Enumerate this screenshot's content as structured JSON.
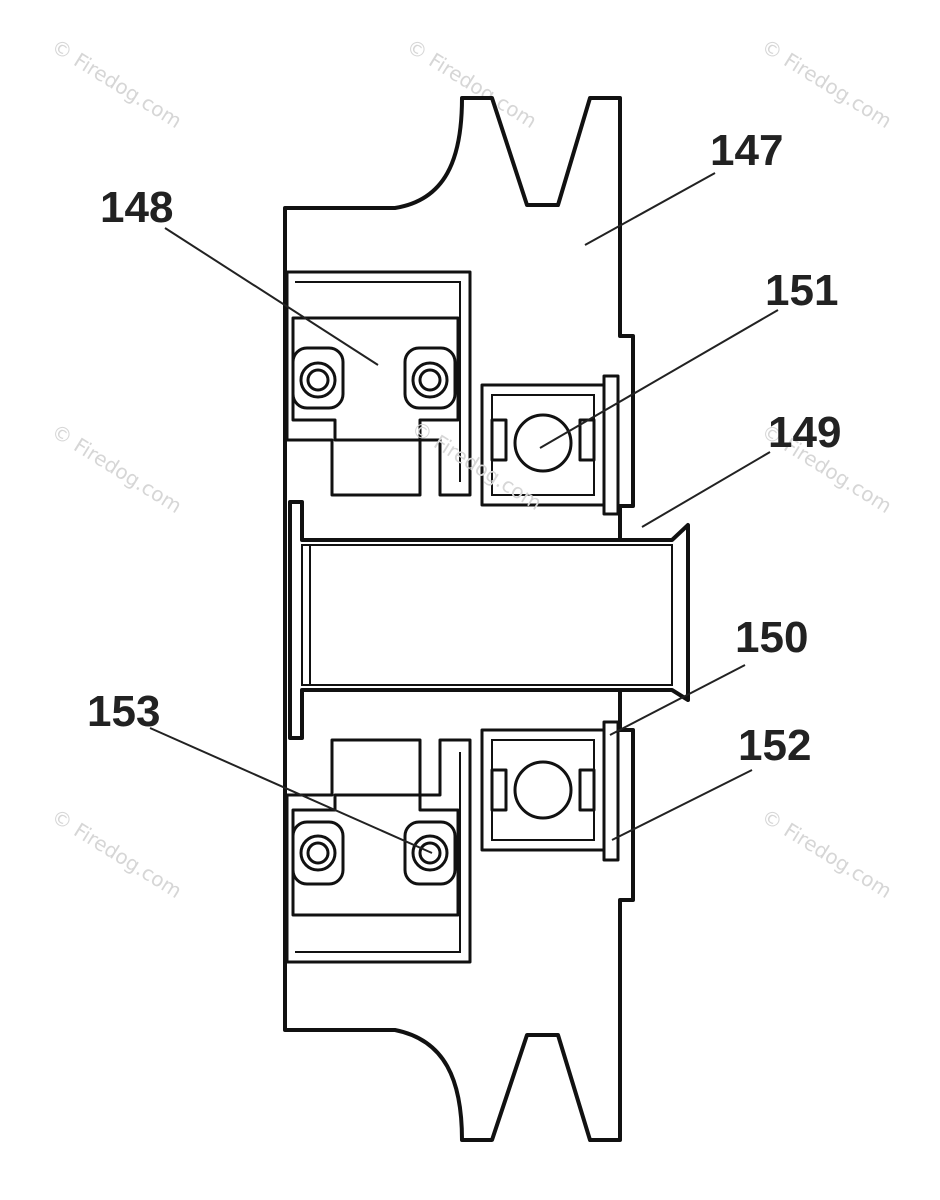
{
  "diagram": {
    "callouts": {
      "c147": "147",
      "c148": "148",
      "c149": "149",
      "c150": "150",
      "c151": "151",
      "c152": "152",
      "c153": "153"
    },
    "watermark": "© Firedog.com",
    "colors": {
      "line": "#111111",
      "label": "#222222",
      "watermark": "#d6d6d6"
    }
  }
}
